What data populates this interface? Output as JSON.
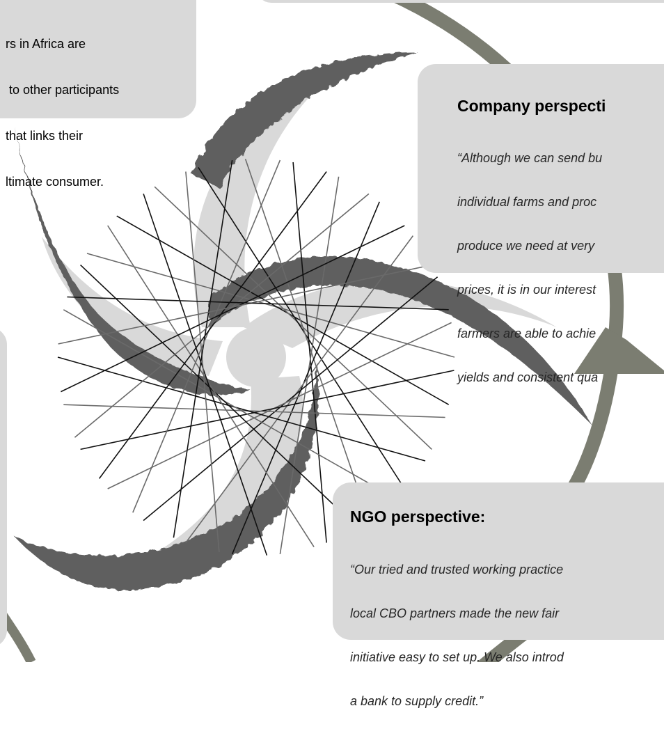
{
  "colors": {
    "box_fill": "#d9d9d9",
    "ring": "#7b7d71",
    "brush": "#5e5e5e",
    "swirl_light": "#d9d9d9"
  },
  "farmers_box": {
    "lines": [
      "rs in Africa are",
      " to other participants",
      "that links their",
      "ltimate consumer."
    ]
  },
  "company_box": {
    "heading": "Company perspecti",
    "quote_lines": [
      "“Although we can send bu",
      "individual farms and proc",
      "produce we need at very",
      "prices, it is in our interest",
      "farmers are able to achie",
      "yields and consistent qua"
    ]
  },
  "ngo_box": {
    "heading": "NGO perspective:",
    "quote_lines": [
      "“Our tried and trusted working practice",
      "local CBO partners made the new fair",
      "initiative easy to set up. We also introd",
      "a bank to supply credit.”"
    ]
  },
  "icons": {
    "center": "starburst-hub-icon",
    "arrow": "cycle-arrowhead-icon"
  }
}
